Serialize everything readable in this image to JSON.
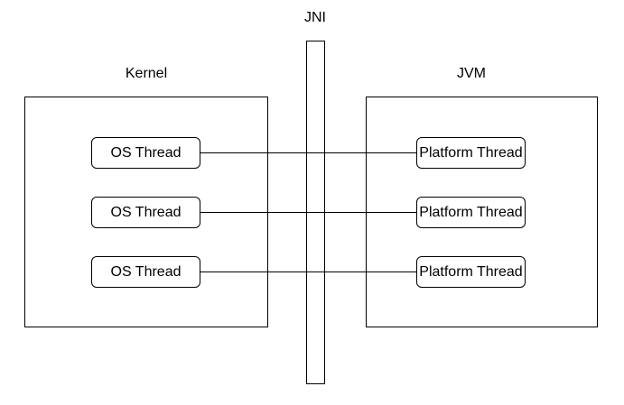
{
  "labels": {
    "jni": "JNI",
    "kernel": "Kernel",
    "jvm": "JVM"
  },
  "kernel_threads": [
    {
      "label": "OS Thread"
    },
    {
      "label": "OS Thread"
    },
    {
      "label": "OS Thread"
    }
  ],
  "jvm_threads": [
    {
      "label": "Platform Thread"
    },
    {
      "label": "Platform Thread"
    },
    {
      "label": "Platform Thread"
    }
  ],
  "colors": {
    "stroke": "#000000",
    "background": "#ffffff"
  }
}
